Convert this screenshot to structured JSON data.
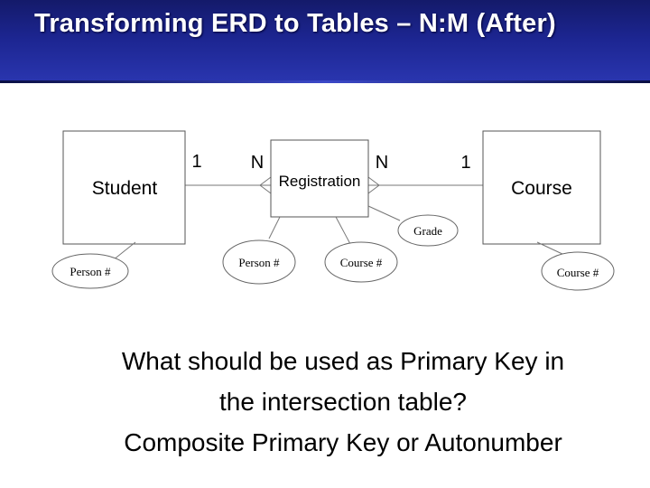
{
  "slide": {
    "title": "Transforming ERD to Tables – N:M (After)"
  },
  "diagram": {
    "entities": {
      "student": "Student",
      "registration": "Registration",
      "course": "Course"
    },
    "cardinalities": {
      "student_side": "1",
      "registration_left": "N",
      "registration_right": "N",
      "course_side": "1"
    },
    "attributes": {
      "student_key": "Person #",
      "registration_person": "Person #",
      "registration_course": "Course #",
      "registration_grade": "Grade",
      "course_key": "Course #"
    }
  },
  "body": {
    "line1": "What should be used as Primary Key in",
    "line2": "the intersection table?",
    "line3": "Composite Primary Key or Autonumber"
  }
}
